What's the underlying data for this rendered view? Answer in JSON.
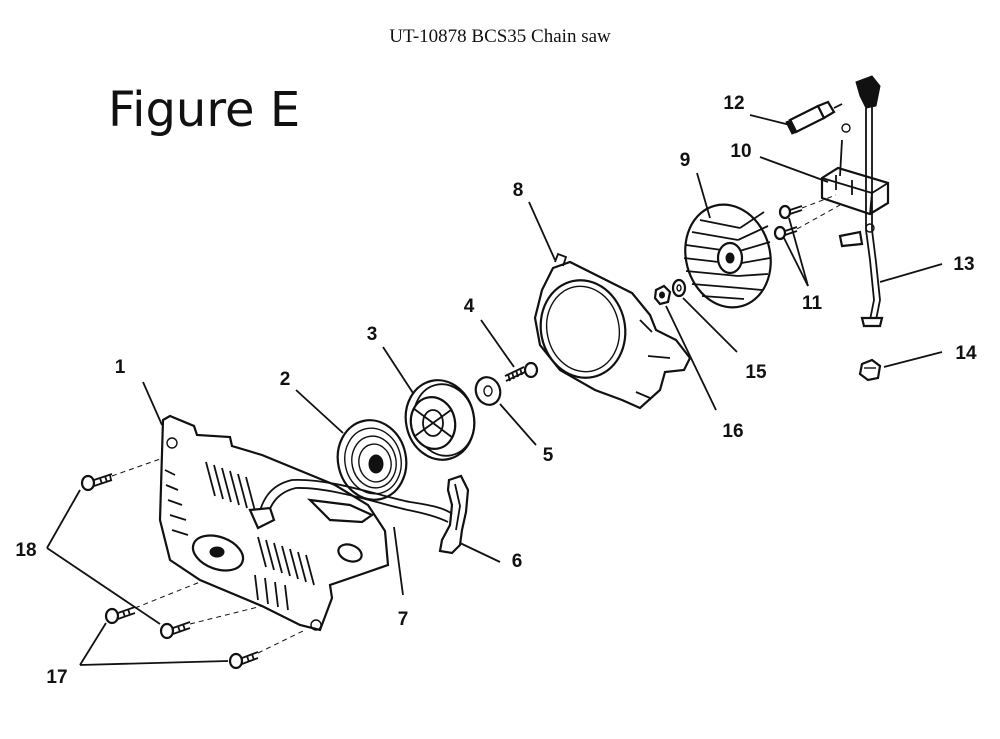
{
  "document": {
    "title": "UT-10878 BCS35 Chain saw",
    "figure_label": "Figure E"
  },
  "callouts": [
    {
      "id": "1",
      "part": "recoil-starter-cover"
    },
    {
      "id": "2",
      "part": "recoil-spring"
    },
    {
      "id": "3",
      "part": "rope-pulley"
    },
    {
      "id": "4",
      "part": "pulley-screw"
    },
    {
      "id": "5",
      "part": "washer"
    },
    {
      "id": "6",
      "part": "starter-handle"
    },
    {
      "id": "7",
      "part": "starter-rope"
    },
    {
      "id": "8",
      "part": "fan-housing"
    },
    {
      "id": "9",
      "part": "flywheel"
    },
    {
      "id": "10",
      "part": "ignition-module"
    },
    {
      "id": "11",
      "part": "module-screws"
    },
    {
      "id": "12",
      "part": "spark-plug"
    },
    {
      "id": "13",
      "part": "ignition-lead"
    },
    {
      "id": "14",
      "part": "stop-nut"
    },
    {
      "id": "15",
      "part": "lock-washer"
    },
    {
      "id": "16",
      "part": "flywheel-nut"
    },
    {
      "id": "17",
      "part": "lower-cover-screws"
    },
    {
      "id": "18",
      "part": "upper-cover-screws"
    }
  ]
}
